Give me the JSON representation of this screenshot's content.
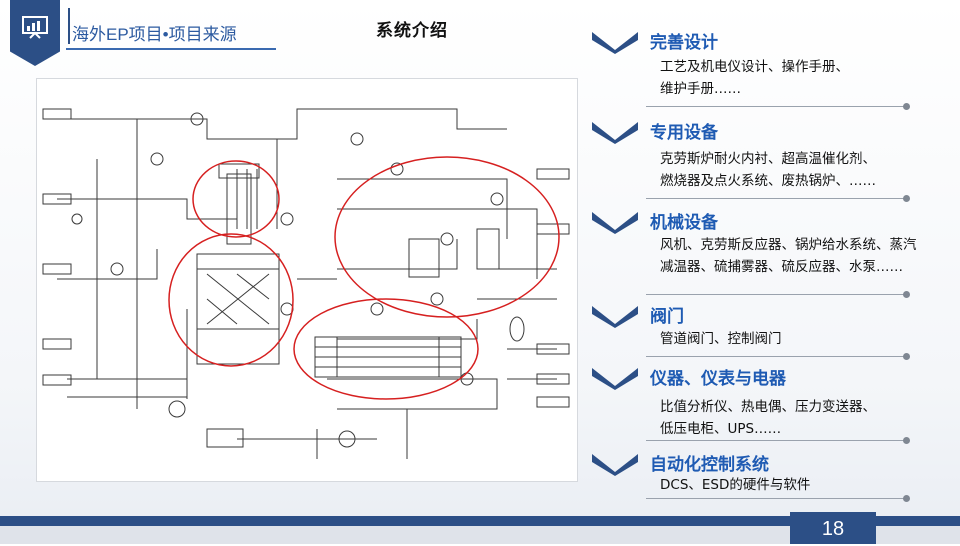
{
  "header": {
    "title": "海外EP项目•项目来源",
    "caption": "系统介绍"
  },
  "sections": [
    {
      "title": "完善设计",
      "lines": [
        "工艺及机电仪设计、操作手册、",
        "维护手册……"
      ]
    },
    {
      "title": "专用设备",
      "lines": [
        "克劳斯炉耐火内衬、超高温催化剂、",
        "燃烧器及点火系统、废热锅炉、……"
      ]
    },
    {
      "title": "机械设备",
      "lines": [
        "风机、克劳斯反应器、锅炉给水系统、蒸汽",
        "减温器、硫捕雾器、硫反应器、水泵……"
      ]
    },
    {
      "title": "阀门",
      "lines": [
        "管道阀门、控制阀门"
      ]
    },
    {
      "title": "仪器、仪表与电器",
      "lines": [
        "比值分析仪、热电偶、压力变送器、",
        "低压电柜、UPS……"
      ]
    },
    {
      "title": "自动化控制系统",
      "lines": [
        "DCS、ESD的硬件与软件"
      ]
    }
  ],
  "footer": {
    "page_number": "18"
  },
  "colors": {
    "brand": "#2c4f86",
    "accent": "#1f5bb3",
    "highlight_circle": "#d62020"
  },
  "icons": {
    "logo": "chart-presentation-icon",
    "section_marker": "chevron-down-icon"
  }
}
